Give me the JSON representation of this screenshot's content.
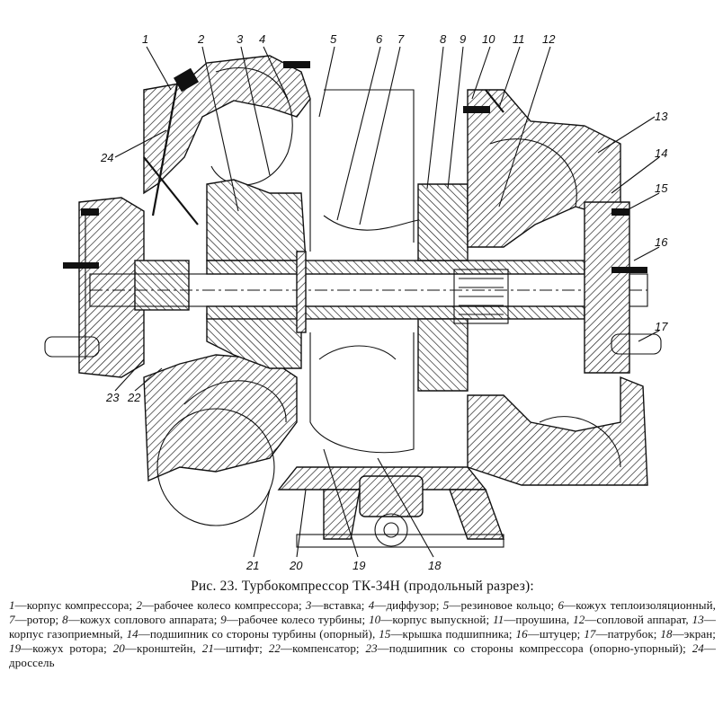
{
  "figure": {
    "caption": "Рис. 23. Турбокомпрессор ТК-34Н (продольный разрез):",
    "callouts": [
      "1",
      "2",
      "3",
      "4",
      "5",
      "6",
      "7",
      "8",
      "9",
      "10",
      "11",
      "12",
      "13",
      "14",
      "15",
      "16",
      "17",
      "18",
      "19",
      "20",
      "21",
      "22",
      "23",
      "24"
    ],
    "legend": [
      {
        "num": "1",
        "text": "корпус компрессора;"
      },
      {
        "num": "2",
        "text": "рабочее колесо компрессора;"
      },
      {
        "num": "3",
        "text": "вставка;"
      },
      {
        "num": "4",
        "text": "диффузор;"
      },
      {
        "num": "5",
        "text": "резиновое кольцо;"
      },
      {
        "num": "6",
        "text": "кожух теплоизоляционный,"
      },
      {
        "num": "7",
        "text": "ротор;"
      },
      {
        "num": "8",
        "text": "кожух соплового аппарата;"
      },
      {
        "num": "9",
        "text": "рабочее колесо турбины;"
      },
      {
        "num": "10",
        "text": "корпус выпускной;"
      },
      {
        "num": "11",
        "text": "проушина,"
      },
      {
        "num": "12",
        "text": "сопловой аппарат,"
      },
      {
        "num": "13",
        "text": "корпус газоприемный,"
      },
      {
        "num": "14",
        "text": "подшипник со стороны турбины (опорный),"
      },
      {
        "num": "15",
        "text": "крышка подшипника;"
      },
      {
        "num": "16",
        "text": "штуцер;"
      },
      {
        "num": "17",
        "text": "патрубок;"
      },
      {
        "num": "18",
        "text": "экран;"
      },
      {
        "num": "19",
        "text": "кожух ротора;"
      },
      {
        "num": "20",
        "text": "кронштейн,"
      },
      {
        "num": "21",
        "text": "штифт;"
      },
      {
        "num": "22",
        "text": "компенсатор;"
      },
      {
        "num": "23",
        "text": "подшипник со стороны компрессора (опорно-упорный);"
      },
      {
        "num": "24",
        "text": "дроссель"
      }
    ]
  }
}
